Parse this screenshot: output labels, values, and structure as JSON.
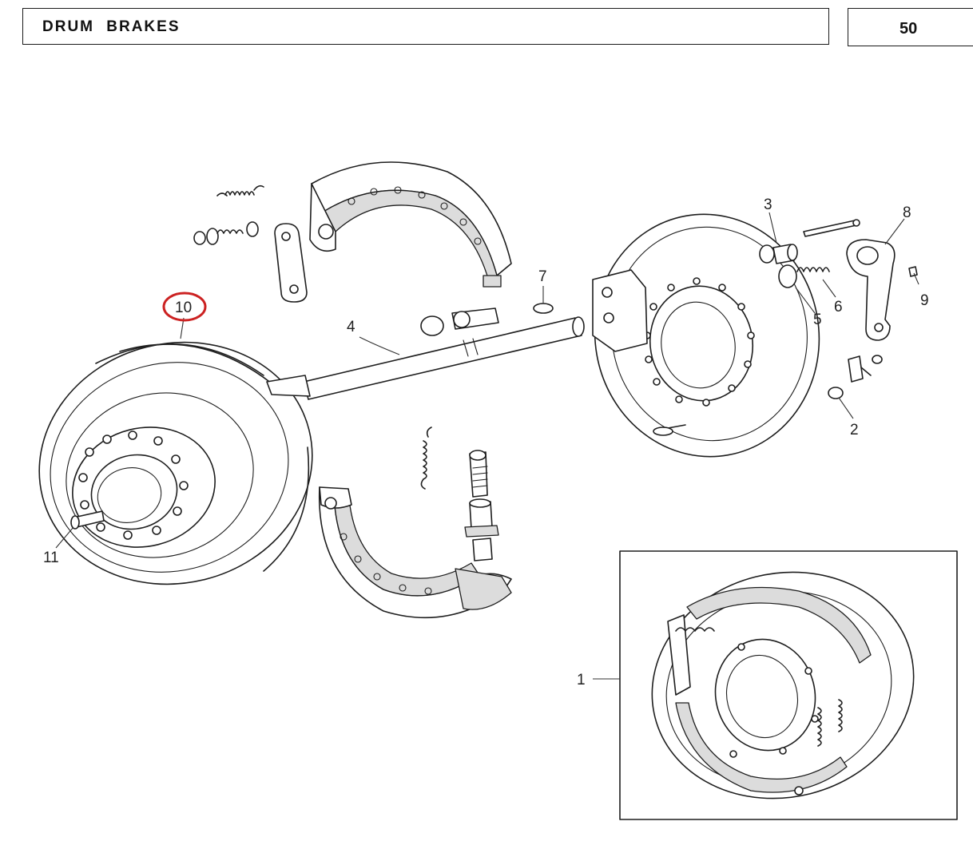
{
  "header": {
    "title": "DRUM BRAKES",
    "page_number": "50"
  },
  "callouts": [
    {
      "id": "c1",
      "label": "1"
    },
    {
      "id": "c2",
      "label": "2"
    },
    {
      "id": "c3",
      "label": "3"
    },
    {
      "id": "c4",
      "label": "4"
    },
    {
      "id": "c5",
      "label": "5"
    },
    {
      "id": "c6",
      "label": "6"
    },
    {
      "id": "c7",
      "label": "7"
    },
    {
      "id": "c8",
      "label": "8"
    },
    {
      "id": "c9",
      "label": "9"
    },
    {
      "id": "c10",
      "label": "10"
    },
    {
      "id": "c11",
      "label": "11"
    }
  ],
  "highlight": {
    "callout": "10",
    "color": "#cc2222"
  },
  "colors": {
    "line": "#1e1e1e",
    "background": "#ffffff"
  }
}
